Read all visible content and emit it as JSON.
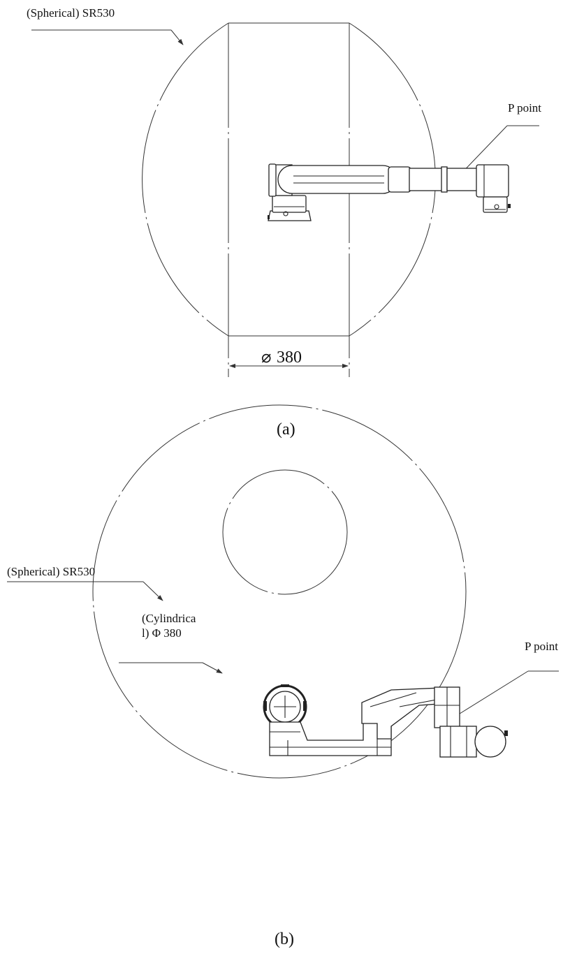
{
  "figure_a": {
    "sphere_label": "(Spherical) SR530",
    "p_point_label": "P point",
    "diameter_label": "380",
    "diameter_symbol": "⌀",
    "caption": "(a)"
  },
  "figure_b": {
    "sphere_label": "(Spherical) SR530",
    "cylinder_label_line1": "(Cylindrica",
    "cylinder_label_line2": "l) Φ 380",
    "p_point_label": "P point",
    "caption": "(b)"
  }
}
